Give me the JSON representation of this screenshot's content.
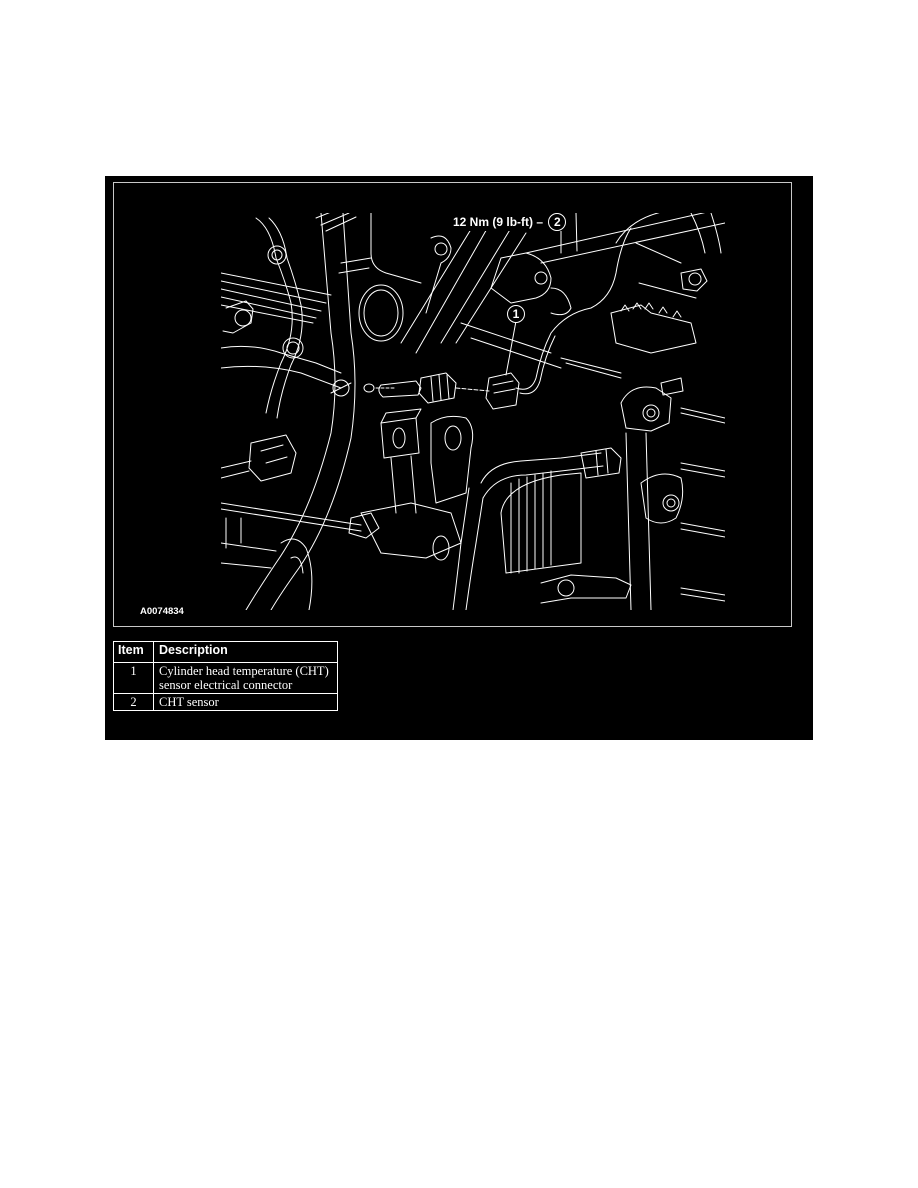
{
  "figure": {
    "id": "A0074834",
    "callouts": [
      {
        "number": "1",
        "target": "connector"
      },
      {
        "number": "2",
        "label": "12 Nm (9 lb-ft)"
      }
    ],
    "torque_label": "12 Nm (9 lb-ft)",
    "callout_2": "2",
    "callout_1": "1"
  },
  "legend": {
    "headers": {
      "item": "Item",
      "description": "Description"
    },
    "rows": [
      {
        "item": "1",
        "description": "Cylinder head temperature (CHT) sensor electrical connector"
      },
      {
        "item": "2",
        "description": "CHT sensor"
      }
    ]
  },
  "colors": {
    "background": "#000000",
    "linework": "#ffffff",
    "page": "#ffffff"
  }
}
